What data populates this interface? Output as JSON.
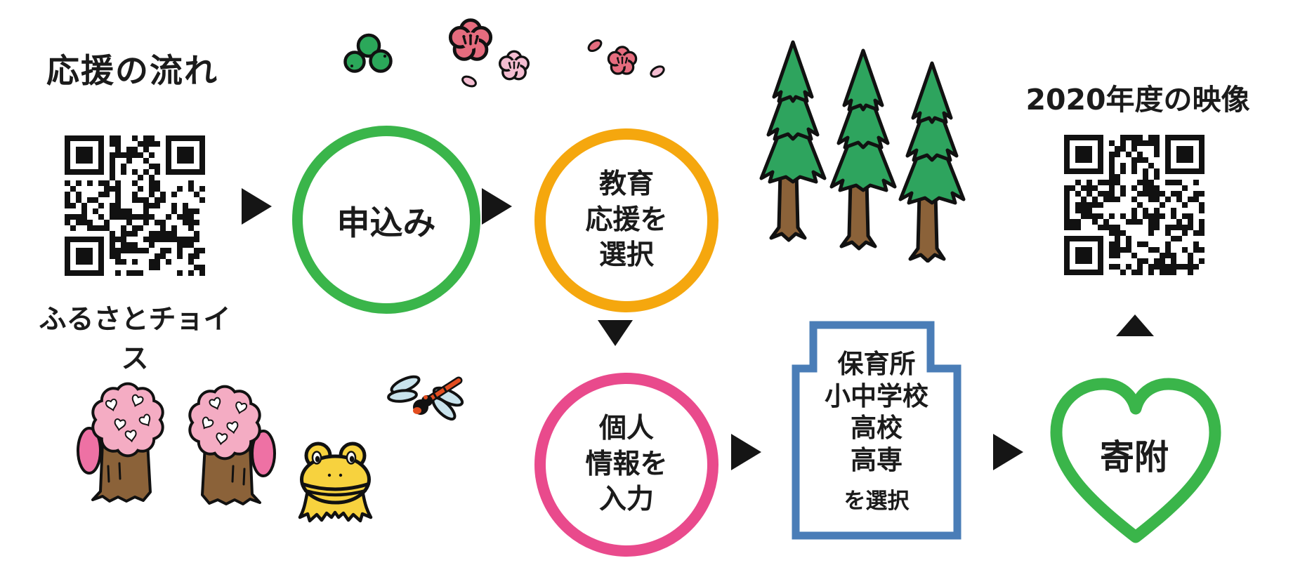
{
  "title": "応援の流れ",
  "colors": {
    "green": "#3AB54A",
    "orange": "#F5A70E",
    "pink": "#E94A8C",
    "blue": "#4A7DB7",
    "arrow_black": "#151515",
    "tree_green": "#2EA45E",
    "trunk_brown": "#8B6239",
    "sakura_pink": "#F4ACC3",
    "sakura_deep_pink": "#EE71A4",
    "frog_yellow": "#F7D23E",
    "wing_blue": "#C9E3EC",
    "body_red": "#E34D1F",
    "blossom_deep_pink": "#E56C7E",
    "blossom_light_pink": "#F4BDD1",
    "berry_green": "#2BA85A"
  },
  "qr_left": {
    "icon": "qr-code",
    "caption": "ふるさとチョイス"
  },
  "qr_right": {
    "icon": "qr-code",
    "caption": "2020年度の映像"
  },
  "steps": {
    "apply": {
      "label": "申込み",
      "shape": "circle",
      "color": "#3AB54A"
    },
    "choose_education": {
      "label": "教育\n応援を\n選択",
      "shape": "circle",
      "color": "#F5A70E"
    },
    "personal_info": {
      "label": "個人\n情報を\n入力",
      "shape": "circle",
      "color": "#E94A8C"
    },
    "choose_school": {
      "label": "保育所\n小中学校\n高校\n高専",
      "suffix": "を選択",
      "shape": "building-box",
      "color": "#4A7DB7"
    },
    "donate": {
      "label": "寄附",
      "shape": "heart",
      "color": "#3AB54A"
    }
  },
  "decorations": [
    "green-berries",
    "plum-blossoms",
    "falling-petals",
    "pine-trees",
    "cherry-blossom-trees",
    "dragonfly",
    "frog"
  ]
}
